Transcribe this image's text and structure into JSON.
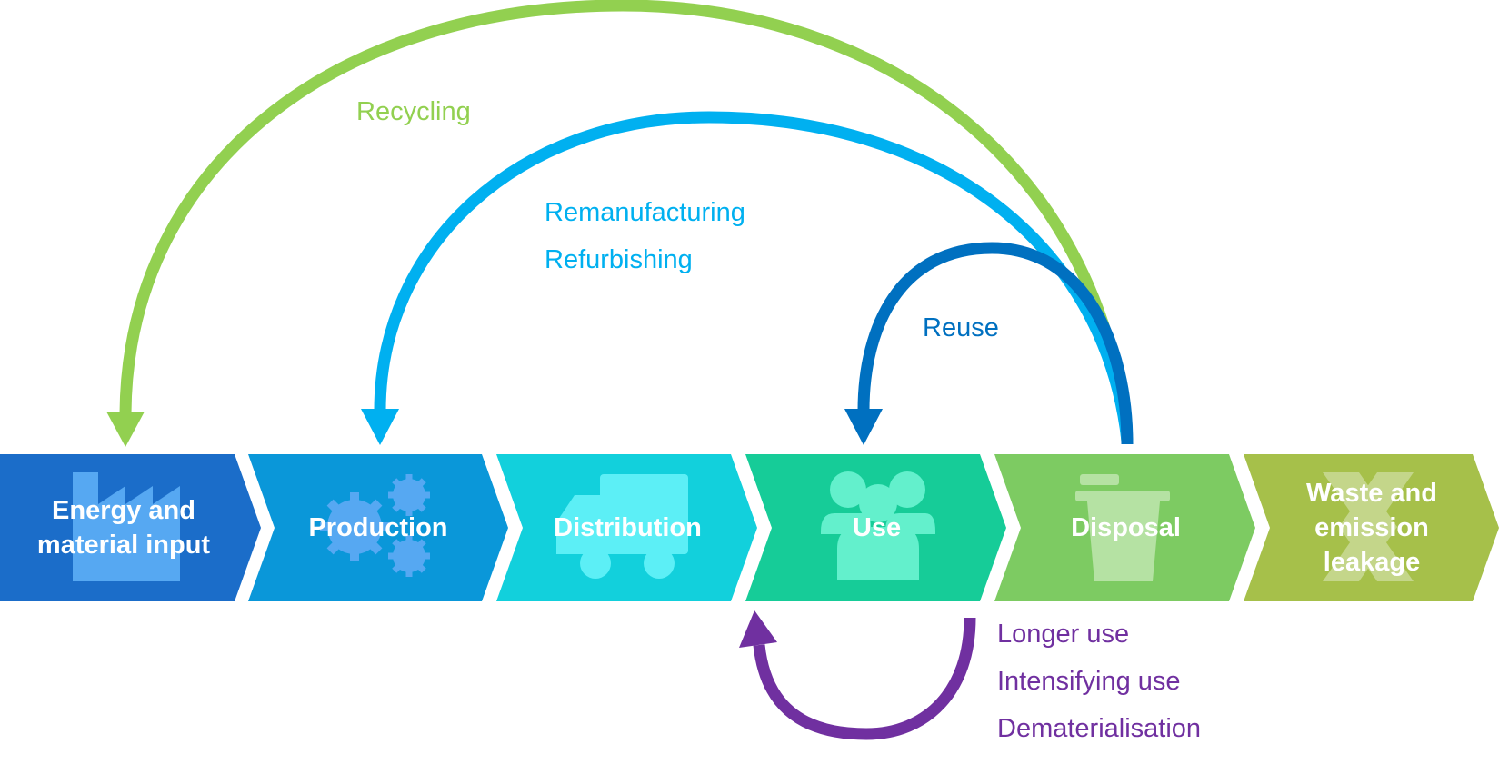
{
  "colors": {
    "recycling": "#92D050",
    "remanufacturing": "#00B0F0",
    "reuse": "#0070C0",
    "longer_use": "#7030A0",
    "stage_energy": "#1B6DC9",
    "stage_production": "#0A97D9",
    "stage_distribution": "#12D0DC",
    "stage_use": "#16CC98",
    "stage_disposal": "#7DCB62",
    "stage_waste": "#A6C04A",
    "icon_light_blue": "#56A8F2",
    "icon_cyan": "#5CEFF6",
    "icon_mint": "#63F0CC",
    "icon_light_green": "#B5E2A3",
    "icon_olive": "#C4D68A"
  },
  "stages": [
    {
      "label": "Energy and\nmaterial input",
      "icon": "factory-icon"
    },
    {
      "label": "Production",
      "icon": "gears-icon"
    },
    {
      "label": "Distribution",
      "icon": "truck-icon"
    },
    {
      "label": "Use",
      "icon": "people-icon"
    },
    {
      "label": "Disposal",
      "icon": "trash-icon"
    },
    {
      "label": "Waste and\nemission\nleakage",
      "icon": "cross-icon"
    }
  ],
  "loops": {
    "recycling": {
      "label": "Recycling"
    },
    "remanufacturing": {
      "lines": [
        "Remanufacturing",
        "Refurbishing"
      ]
    },
    "reuse": {
      "label": "Reuse"
    },
    "longer_use": {
      "lines": [
        "Longer use",
        "Intensifying use",
        "Dematerialisation"
      ]
    }
  }
}
